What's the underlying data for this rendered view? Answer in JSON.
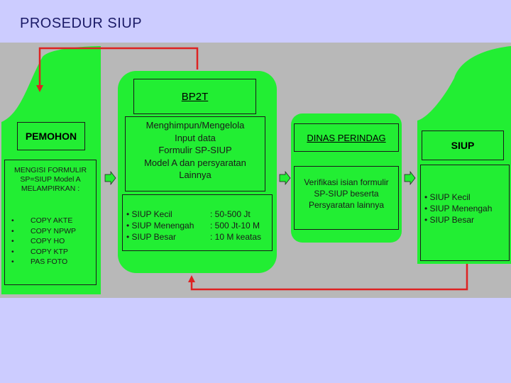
{
  "title": "PROSEDUR SIUP",
  "pemohon": {
    "header": "PEMOHON",
    "intro": [
      "MENGISI FORMULIR",
      "SP=SIUP Model A",
      "MELAMPIRKAN :"
    ],
    "items": [
      "COPY AKTE",
      "COPY NPWP",
      "COPY HO",
      "COPY KTP",
      "PAS FOTO"
    ]
  },
  "bp2t": {
    "header": "BP2T",
    "tasks": [
      "Menghimpun/Mengelola",
      "Input data",
      "Formulir SP-SIUP",
      "Model A dan persyaratan",
      "Lainnya"
    ],
    "tiers": [
      {
        "label": "• SIUP Kecil",
        "value": ": 50-500 Jt"
      },
      {
        "label": "• SIUP Menengah",
        "value": ": 500 Jt-10 M"
      },
      {
        "label": "• SIUP Besar",
        "value": ": 10 M  keatas"
      }
    ]
  },
  "dinas": {
    "header": "DINAS PERINDAG",
    "body": [
      "Verifikasi isian formulir",
      "SP-SIUP beserta",
      "Persyaratan lainnya"
    ]
  },
  "siup": {
    "header": "SIUP",
    "items": [
      "• SIUP Kecil",
      "• SIUP Menengah",
      "• SIUP Besar"
    ]
  },
  "colors": {
    "green": "#22ee33",
    "arrow": "#dd2222",
    "background": "#ccccff",
    "panel": "#b8b8b8"
  }
}
